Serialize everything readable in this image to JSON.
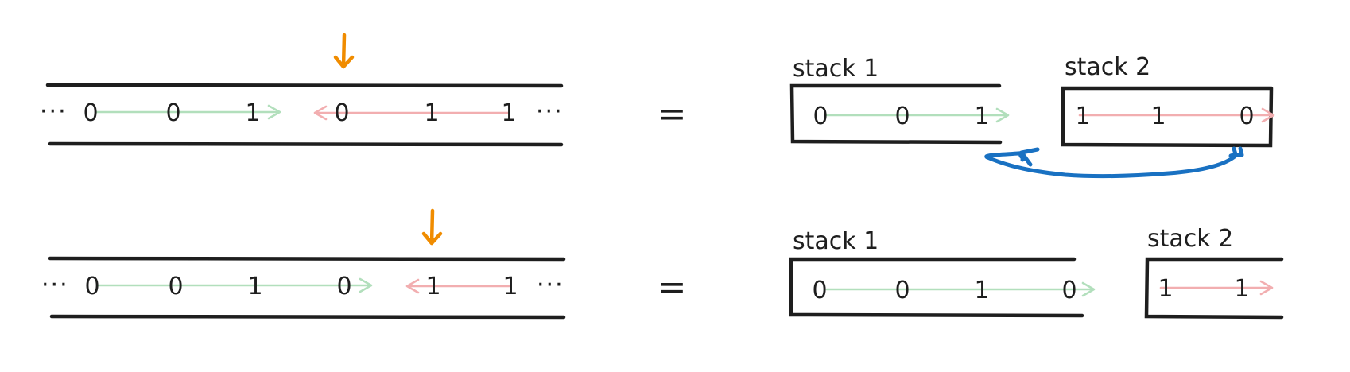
{
  "colors": {
    "ink": "#1e1e1e",
    "push_arrow": "#b2dfbc",
    "pop_arrow": "#f2aeb0",
    "head_pointer": "#f08c00",
    "transfer_arrow": "#1971c2"
  },
  "rows": [
    {
      "tape": {
        "ellipsis_left": "···",
        "ellipsis_right": "···",
        "left_cells": [
          "0",
          "0",
          "1"
        ],
        "right_cells": [
          "0",
          "1",
          "1"
        ]
      },
      "equals": "=",
      "stack1": {
        "label": "stack 1",
        "cells": [
          "0",
          "0",
          "1"
        ]
      },
      "stack2": {
        "label": "stack 2",
        "cells": [
          "1",
          "1",
          "0"
        ]
      }
    },
    {
      "tape": {
        "ellipsis_left": "···",
        "ellipsis_right": "···",
        "left_cells": [
          "0",
          "0",
          "1",
          "0"
        ],
        "right_cells": [
          "1",
          "1"
        ]
      },
      "equals": "=",
      "stack1": {
        "label": "stack 1",
        "cells": [
          "0",
          "0",
          "1",
          "0"
        ]
      },
      "stack2": {
        "label": "stack 2",
        "cells": [
          "1",
          "1"
        ]
      }
    }
  ]
}
